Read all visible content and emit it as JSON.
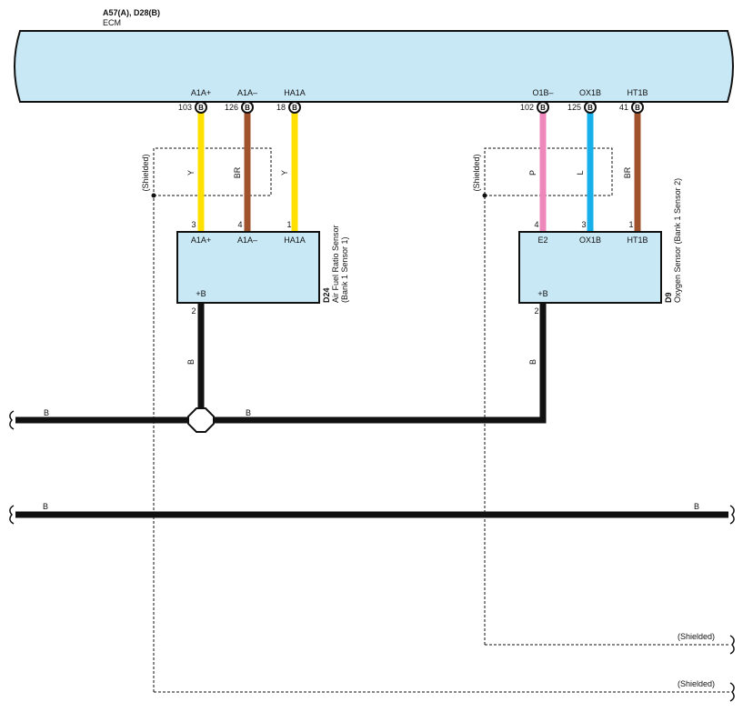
{
  "ecm": {
    "connectors": "A57(A), D28(B)",
    "name": "ECM",
    "color": "#c8e8f6"
  },
  "ecm_terminals": [
    {
      "name": "A1A+",
      "pin": "103",
      "conn": "B"
    },
    {
      "name": "A1A–",
      "pin": "126",
      "conn": "B"
    },
    {
      "name": "HA1A",
      "pin": "18",
      "conn": "B"
    },
    {
      "name": "O1B–",
      "pin": "102",
      "conn": "B"
    },
    {
      "name": "OX1B",
      "pin": "125",
      "conn": "B"
    },
    {
      "name": "HT1B",
      "pin": "41",
      "conn": "B"
    }
  ],
  "wires": [
    {
      "code": "Y",
      "color": "#ffe000",
      "sensor_pin": "3"
    },
    {
      "code": "BR",
      "color": "#a0522d",
      "sensor_pin": "4"
    },
    {
      "code": "Y",
      "color": "#ffe000",
      "sensor_pin": "1"
    },
    {
      "code": "P",
      "color": "#ee88bb",
      "sensor_pin": "4"
    },
    {
      "code": "L",
      "color": "#17b0ea",
      "sensor_pin": "3"
    },
    {
      "code": "BR",
      "color": "#a0522d",
      "sensor_pin": "1"
    }
  ],
  "sensors": [
    {
      "id": "D24",
      "name": "Air Fuel Ratio Sensor",
      "position": "(Bank 1 Sensor 1)",
      "terminals": [
        "A1A+",
        "A1A–",
        "HA1A"
      ],
      "power": "+B",
      "power_pin": "2"
    },
    {
      "id": "D9",
      "name": "Oxygen Sensor (Bank 1 Sensor 2)",
      "position": "",
      "terminals": [
        "E2",
        "OX1B",
        "HT1B"
      ],
      "power": "+B",
      "power_pin": "2"
    }
  ],
  "shield_label": "(Shielded)",
  "power_wire_code": "B",
  "harness_labels": {
    "h1_left": "B",
    "h1_mid": "B",
    "h2_left": "B",
    "h2_right": "B"
  },
  "bottom_shields": [
    "(Shielded)",
    "(Shielded)"
  ]
}
